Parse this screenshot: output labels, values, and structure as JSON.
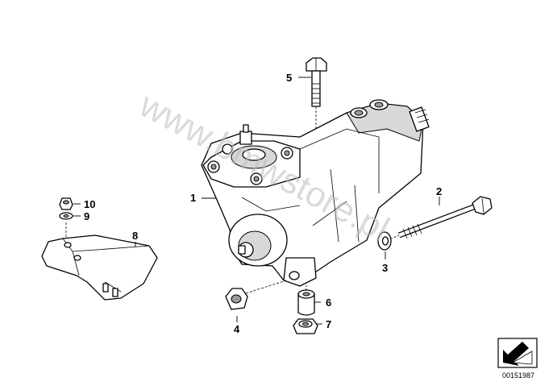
{
  "callouts": [
    {
      "id": "1",
      "label": "1"
    },
    {
      "id": "2",
      "label": "2"
    },
    {
      "id": "3",
      "label": "3"
    },
    {
      "id": "4",
      "label": "4"
    },
    {
      "id": "5",
      "label": "5"
    },
    {
      "id": "6",
      "label": "6"
    },
    {
      "id": "7",
      "label": "7"
    },
    {
      "id": "8",
      "label": "8"
    },
    {
      "id": "9",
      "label": "9"
    },
    {
      "id": "10",
      "label": "10"
    }
  ],
  "watermark": "www.bmwstore.pl",
  "document_id": "00151987",
  "icons": {
    "corner": "arrow-box-icon"
  }
}
